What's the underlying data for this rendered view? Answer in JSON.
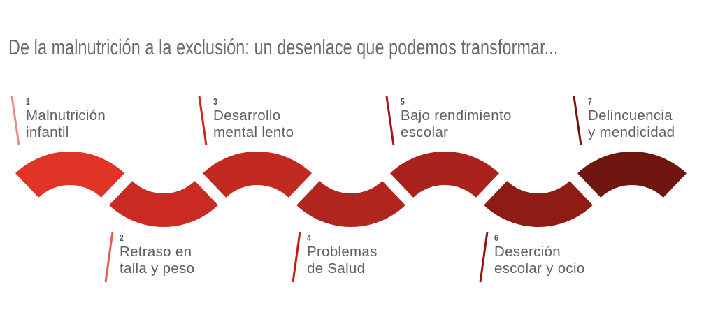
{
  "title": "De la malnutrición a la exclusión: un desenlace que podemos transformar...",
  "steps": [
    {
      "number": "1",
      "line1": "Malnutrición",
      "line2": "infantil",
      "color": "#e03426",
      "line_color": "#f08a84"
    },
    {
      "number": "2",
      "line1": "Retraso en",
      "line2": "talla y peso",
      "color": "#c92b22",
      "line_color": "#e85a52"
    },
    {
      "number": "3",
      "line1": "Desarrollo",
      "line2": "mental lento",
      "color": "#c22a21",
      "line_color": "#d4201c"
    },
    {
      "number": "4",
      "line1": "Problemas",
      "line2": "de Salud",
      "color": "#b0251d",
      "line_color": "#c41a18"
    },
    {
      "number": "5",
      "line1": "Bajo rendimiento",
      "line2": "escolar",
      "color": "#a9231c",
      "line_color": "#a81614"
    },
    {
      "number": "6",
      "line1": "Deserción",
      "line2": "escolar y ocio",
      "color": "#8e1c15",
      "line_color": "#961210"
    },
    {
      "number": "7",
      "line1": "Delincuencia",
      "line2": "y mendicidad",
      "color": "#701610",
      "line_color": "#7a1010"
    }
  ]
}
